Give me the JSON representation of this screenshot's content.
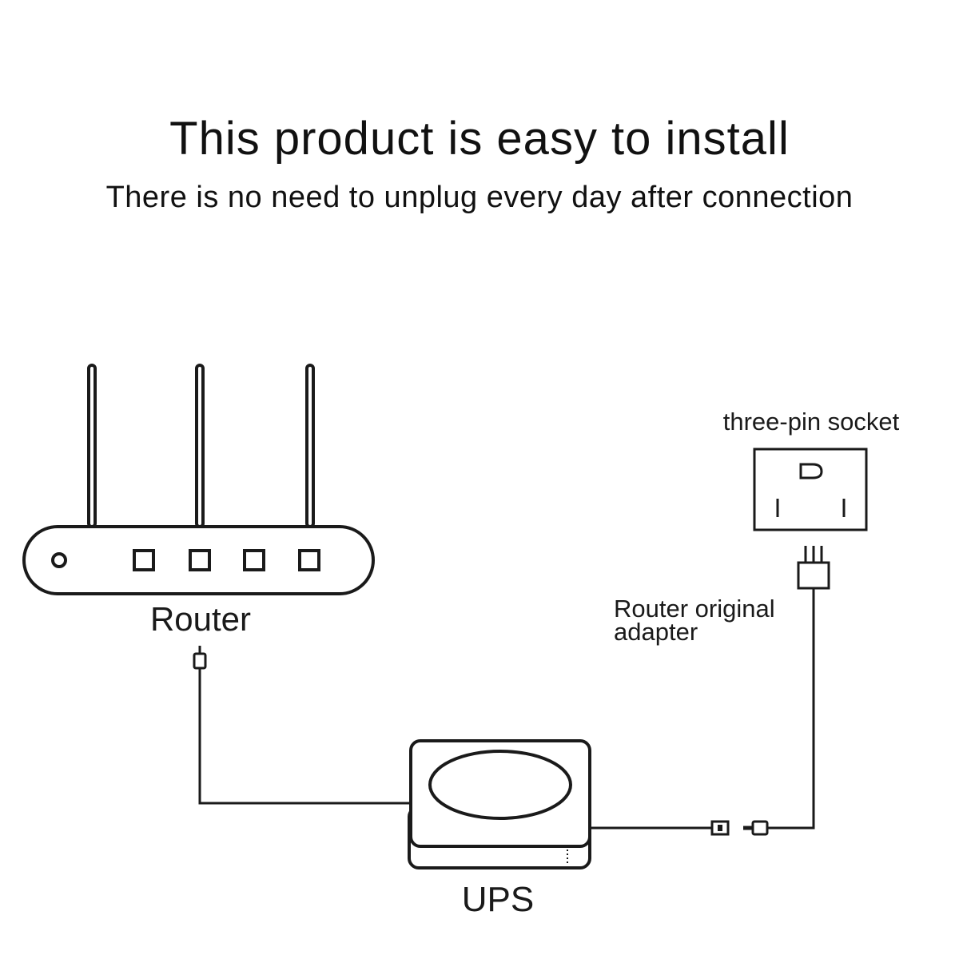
{
  "header": {
    "title": "This product is easy to install",
    "subtitle": "There is no need to unplug every day after connection"
  },
  "labels": {
    "router": "Router",
    "ups": "UPS",
    "socket": "three-pin socket",
    "adapter_line1": "Router original",
    "adapter_line2": "adapter"
  },
  "icons": {
    "router": "router-icon",
    "ups": "ups-icon",
    "socket": "three-pin-socket-icon",
    "plug": "three-pin-plug-icon",
    "dc_plug": "dc-plug-icon",
    "connector": "barrel-connector-icon"
  },
  "colors": {
    "stroke": "#1a1a1a",
    "background": "#ffffff"
  }
}
